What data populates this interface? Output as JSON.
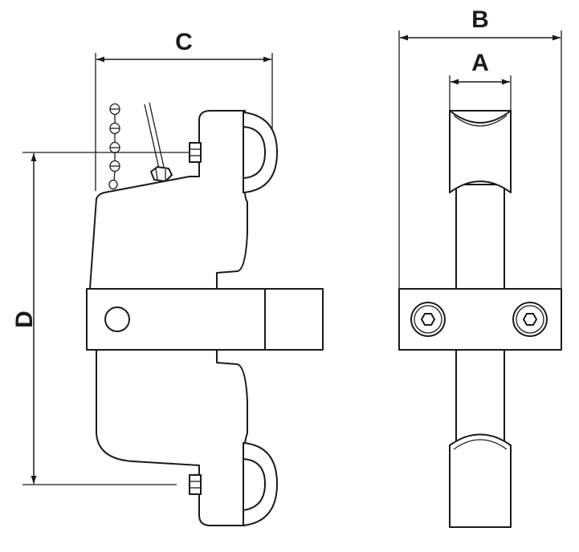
{
  "figure": {
    "dimension_labels": {
      "a": "A",
      "b": "B",
      "c": "C",
      "d": "D"
    },
    "colors": {
      "line": "#1a1a1a",
      "background": "#ffffff"
    }
  }
}
